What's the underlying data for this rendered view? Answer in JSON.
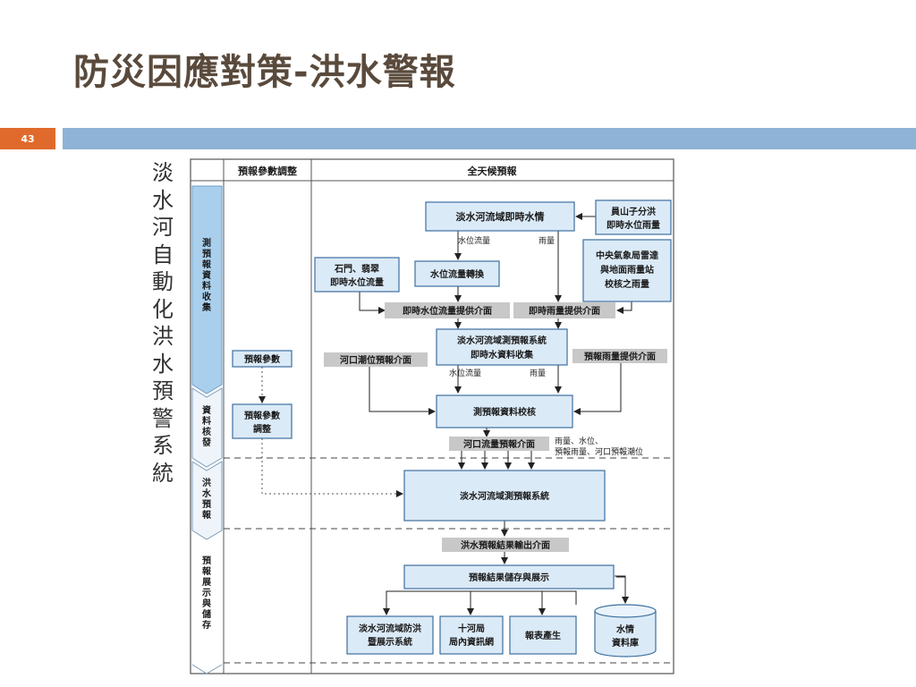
{
  "slide": {
    "title": "防災因應對策-洪水警報",
    "page_number": "43",
    "side_title_chars": [
      "淡",
      "水",
      "河",
      "自",
      "動",
      "化",
      "洪",
      "水",
      "預",
      "警",
      "系",
      "統"
    ]
  },
  "diagram": {
    "col_headers": {
      "params": "預報參數調整",
      "all_weather": "全天候預報"
    },
    "lanes": {
      "collect": [
        "測",
        "預",
        "報",
        "資",
        "料",
        "收",
        "集"
      ],
      "check": [
        "資",
        "料",
        "核",
        "發"
      ],
      "forecast": [
        "洪",
        "水",
        "預",
        "報"
      ],
      "display": [
        "預",
        "報",
        "展",
        "示",
        "與",
        "儲",
        "存"
      ]
    },
    "nodes": {
      "realtime_water": "淡水河流域即時水情",
      "yuanshan_1": "員山子分洪",
      "yuanshan_2": "即時水位雨量",
      "cwb_1": "中央氣象局雷達",
      "cwb_2": "與地面雨量站",
      "cwb_3": "校核之雨量",
      "shimen_1": "石門、翡翠",
      "shimen_2": "即時水位流量",
      "flow_convert": "水位流量轉換",
      "flow_iface": "即時水位流量提供介面",
      "rain_iface": "即時雨量提供介面",
      "collect_sys_1": "淡水河流域測預報系統",
      "collect_sys_2": "即時水資料收集",
      "param": "預報參數",
      "estuary_iface": "河口潮位預報介面",
      "rain_fc_iface": "預報雨量提供介面",
      "param_adjust_1": "預報參數",
      "param_adjust_2": "調整",
      "data_check": "測預報資料校核",
      "estuary_flow_iface": "河口流量預報介面",
      "main_sys": "淡水河流域測預報系統",
      "result_iface": "洪水預報結果輸出介面",
      "store_display": "預報結果儲存與展示",
      "display_sys_1": "淡水河流域防洪",
      "display_sys_2": "暨展示系統",
      "river_bureau_1": "十河局",
      "river_bureau_2": "局內資訊網",
      "report": "報表產生",
      "database_1": "水情",
      "database_2": "資料庫"
    },
    "labels": {
      "water_flow": "水位流量",
      "rain": "雨量",
      "water_flow_2": "水位流量",
      "rain_2": "雨量",
      "inputs_1": "雨量、水位、",
      "inputs_2": "預報雨量、河口預報潮位"
    },
    "colors": {
      "box_fill": "#dbeaf7",
      "box_stroke": "#3d6f9e",
      "gray": "#c8c8c8",
      "lane_fill": "#a9cfec",
      "text": "#1a1a1a"
    }
  }
}
